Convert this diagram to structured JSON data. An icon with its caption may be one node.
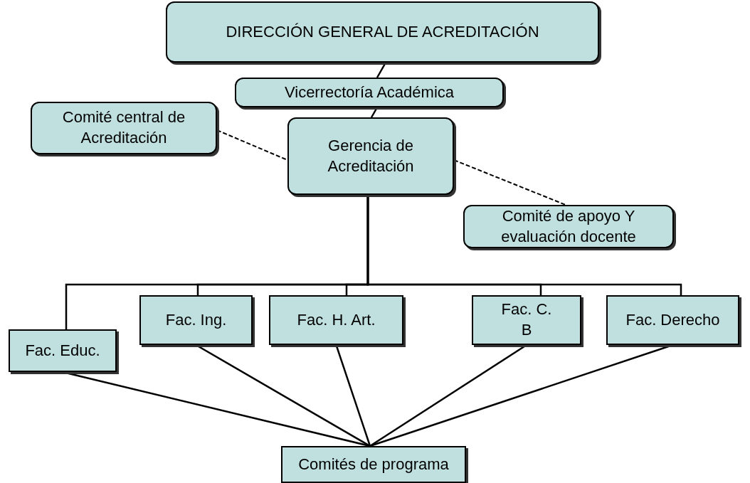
{
  "diagram": {
    "nodes": [
      {
        "text": [
          "DIRECCIÓN GENERAL DE ACREDITACIÓN"
        ]
      },
      {
        "text": [
          "Vicerrectoría Académica"
        ]
      },
      {
        "text": [
          "Comité central de Acreditación"
        ]
      },
      {
        "text": [
          "Gerencia de Acreditación"
        ]
      },
      {
        "text": [
          "Comité de apoyo Y evaluación docente"
        ]
      },
      {
        "text": [
          "Fac. Educ."
        ]
      },
      {
        "text": [
          "Fac. Ing."
        ]
      },
      {
        "text": [
          "Fac. H. Art."
        ]
      },
      {
        "text": [
          "Fac. C. B"
        ]
      },
      {
        "text": [
          "Fac. Derecho"
        ]
      },
      {
        "text": [
          "Comités de programa"
        ]
      }
    ],
    "edges": [
      {
        "from": 0,
        "to": 1,
        "arrow": "none"
      },
      {
        "from": 1,
        "to": 3,
        "arrow": "none"
      },
      {
        "from": 2,
        "to": 3,
        "arrow": "none",
        "style": "dashed"
      },
      {
        "from": 3,
        "to": 4,
        "arrow": "none",
        "style": "dashed"
      },
      {
        "from": 3,
        "to": 5,
        "arrow": "none"
      },
      {
        "from": 3,
        "to": 6,
        "arrow": "none"
      },
      {
        "from": 3,
        "to": 7,
        "arrow": "none"
      },
      {
        "from": 3,
        "to": 8,
        "arrow": "none"
      },
      {
        "from": 3,
        "to": 9,
        "arrow": "none"
      },
      {
        "from": 5,
        "to": 10,
        "arrow": "none"
      },
      {
        "from": 6,
        "to": 10,
        "arrow": "none"
      },
      {
        "from": 7,
        "to": 10,
        "arrow": "none"
      },
      {
        "from": 8,
        "to": 10,
        "arrow": "none"
      },
      {
        "from": 9,
        "to": 10,
        "arrow": "none"
      }
    ]
  }
}
